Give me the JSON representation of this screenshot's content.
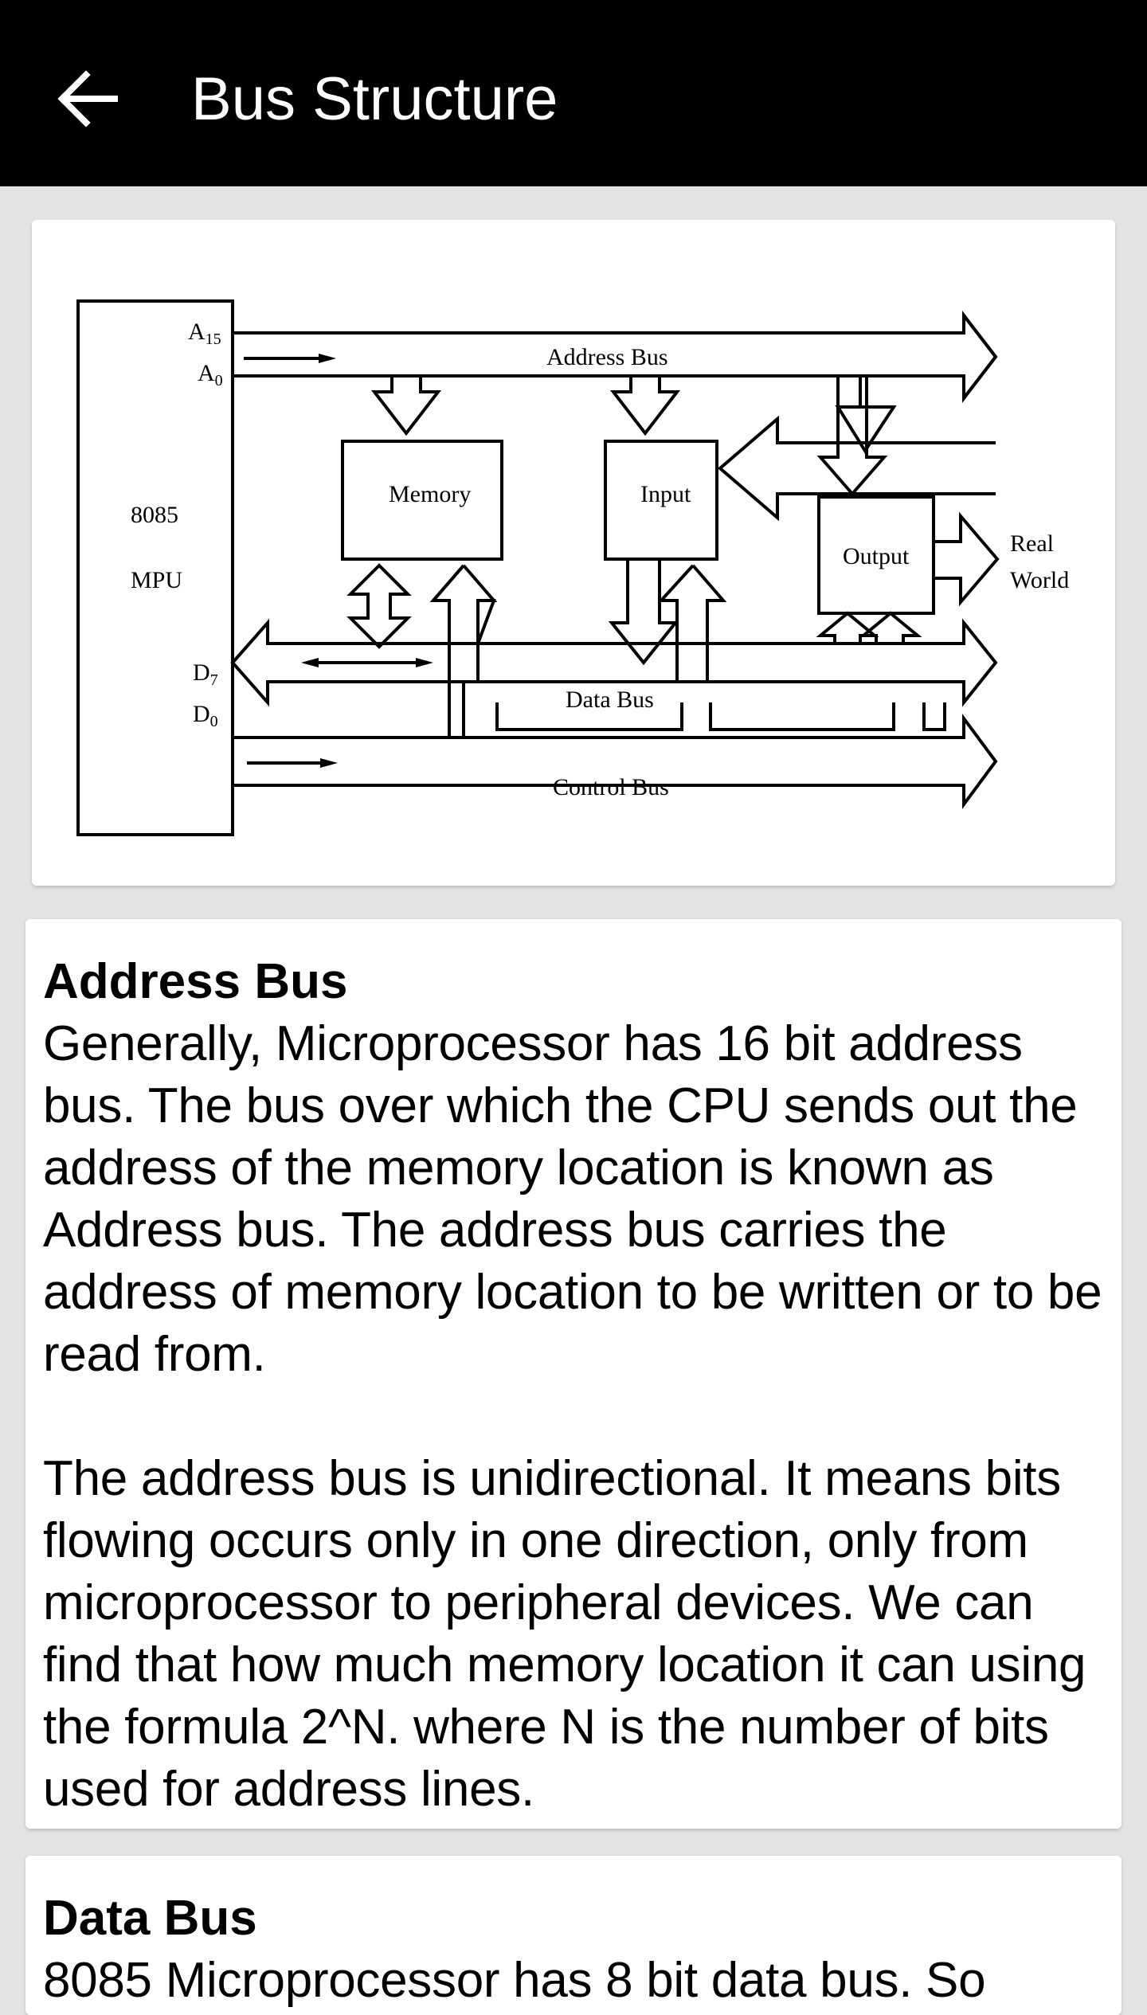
{
  "app_bar": {
    "title": "Bus Structure",
    "back_icon": "arrow-left-icon"
  },
  "diagram": {
    "mpu_line1": "8085",
    "mpu_line2": "MPU",
    "a15": "A",
    "a15_sub": "15",
    "a0": "A",
    "a0_sub": "0",
    "d7": "D",
    "d7_sub": "7",
    "d0": "D",
    "d0_sub": "0",
    "address_bus": "Address Bus",
    "data_bus": "Data Bus",
    "control_bus": "Control Bus",
    "memory": "Memory",
    "input": "Input",
    "output": "Output",
    "real": "Real",
    "world": "World"
  },
  "sections": [
    {
      "heading": "Address Bus",
      "paragraphs": [
        "Generally, Microprocessor has 16 bit address bus. The bus over which the CPU sends out the address of the memory location is known as Address bus. The address bus carries the address of memory location to be written or to be read from.",
        "The address bus is unidirectional. It means bits flowing occurs only in one direction, only from microprocessor to peripheral devices. We can find that how much memory location it can using the formula 2^N. where N is the number of bits used for address lines."
      ]
    },
    {
      "heading": "Data Bus",
      "paragraphs": [
        "8085 Microprocessor has 8 bit data bus. So"
      ]
    }
  ]
}
